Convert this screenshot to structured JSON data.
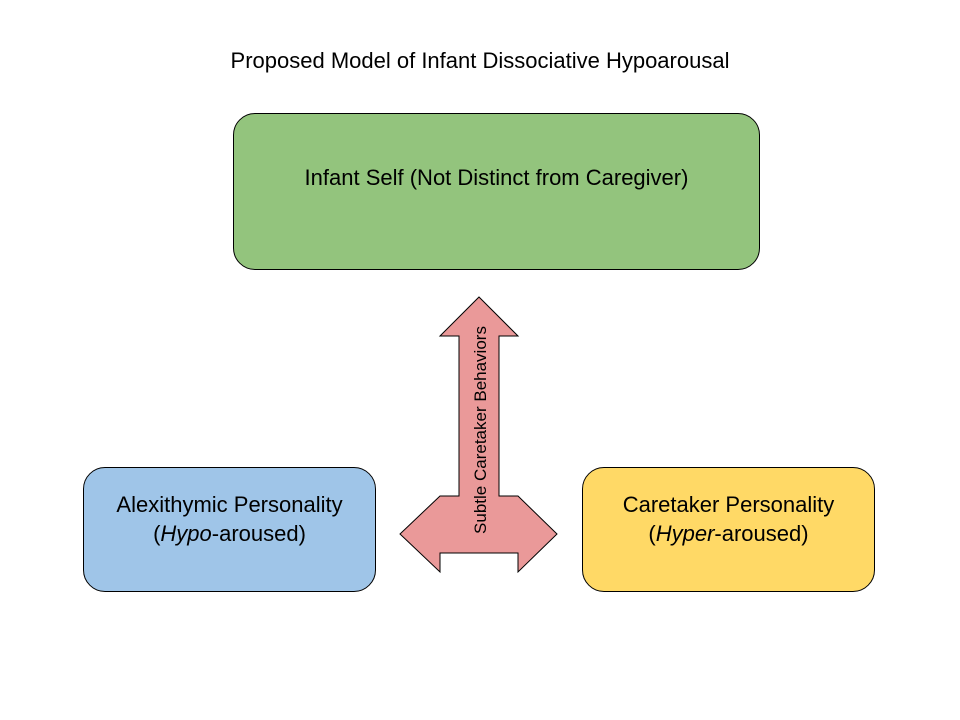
{
  "title": "Proposed Model of Infant Dissociative Hypoarousal",
  "nodes": {
    "infant_self": {
      "label": "Infant Self (Not Distinct from Caregiver)",
      "color": "#93c47d"
    },
    "alexithymic": {
      "line1": "Alexithymic Personality",
      "line2_open": "(",
      "line2_em": "Hypo",
      "line2_rest": "-aroused)",
      "color": "#9fc5e8"
    },
    "caretaker": {
      "line1": "Caretaker Personality",
      "line2_open": "(",
      "line2_em": "Hyper",
      "line2_rest": "-aroused)",
      "color": "#ffd966"
    }
  },
  "connector": {
    "label": "Subtle Caretaker Behaviors",
    "color": "#ea9999"
  }
}
